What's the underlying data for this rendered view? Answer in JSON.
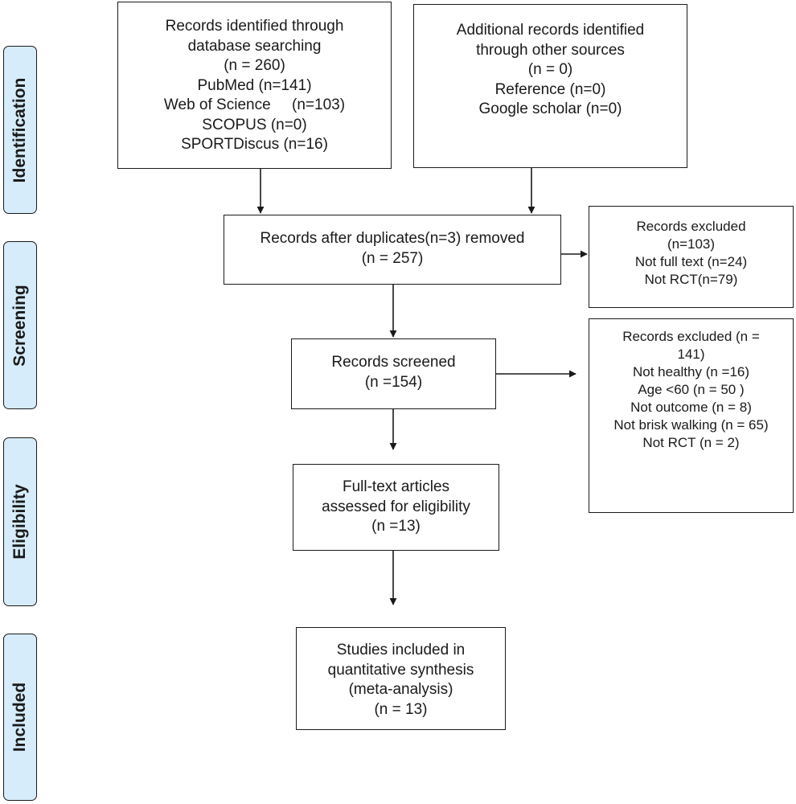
{
  "phases": [
    {
      "id": "identification",
      "label": "Identification"
    },
    {
      "id": "screening",
      "label": "Screening"
    },
    {
      "id": "eligibility",
      "label": "Eligibility"
    },
    {
      "id": "included",
      "label": "Included"
    }
  ],
  "boxes": {
    "database": [
      "Records identified through",
      "database searching",
      "(n = 260)",
      "PubMed (n=141)",
      "Web of Science     (n=103)",
      "SCOPUS (n=0)",
      "SPORTDiscus (n=16)"
    ],
    "other": [
      "Additional records identified",
      "through other sources",
      "(n = 0)",
      "Reference (n=0)",
      "Google scholar (n=0)"
    ],
    "duplicates": [
      "Records after duplicates(n=3) removed",
      "(n = 257)"
    ],
    "excluded1": [
      "Records excluded",
      "(n=103)",
      "Not full text (n=24)",
      "Not RCT(n=79)"
    ],
    "screened": [
      "Records screened",
      "(n =154)"
    ],
    "excluded2": [
      "Records excluded (n =",
      "141)",
      "Not healthy (n =16)",
      "Age <60 (n = 50 )",
      "Not outcome (n = 8)",
      "Not brisk walking (n = 65)",
      "Not RCT (n = 2)"
    ],
    "fulltext": [
      "Full-text articles",
      "assessed for eligibility",
      "(n =13)"
    ],
    "included": [
      "Studies included in",
      "quantitative synthesis",
      "(meta-analysis)",
      "(n = 13)"
    ]
  }
}
